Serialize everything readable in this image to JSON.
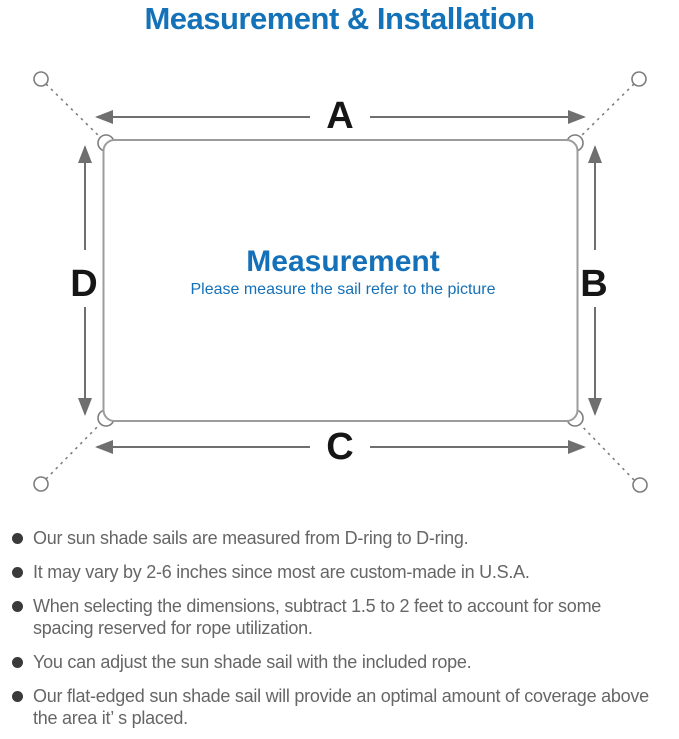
{
  "page": {
    "title": "Measurement & Installation"
  },
  "diagram": {
    "labels": {
      "top": "A",
      "right": "B",
      "bottom": "C",
      "left": "D"
    },
    "center_title": "Measurement",
    "center_subtitle": "Please measure the sail refer to the picture"
  },
  "notes": {
    "items": [
      "Our sun shade sails are measured from D-ring to D-ring.",
      "It may vary by 2-6 inches since most are custom-made in U.S.A.",
      "When selecting the dimensions, subtract 1.5 to 2 feet to account for some spacing reserved for rope utilization.",
      "You can adjust the sun shade sail with the included rope.",
      "Our flat-edged sun shade sail will provide an optimal amount of coverage above the area it’ s placed."
    ]
  },
  "colors": {
    "accent_blue": "#1472b8",
    "diagram_gray": "#6f6f6f",
    "outline_gray": "#9c9c9c",
    "note_text_gray": "#666666"
  }
}
